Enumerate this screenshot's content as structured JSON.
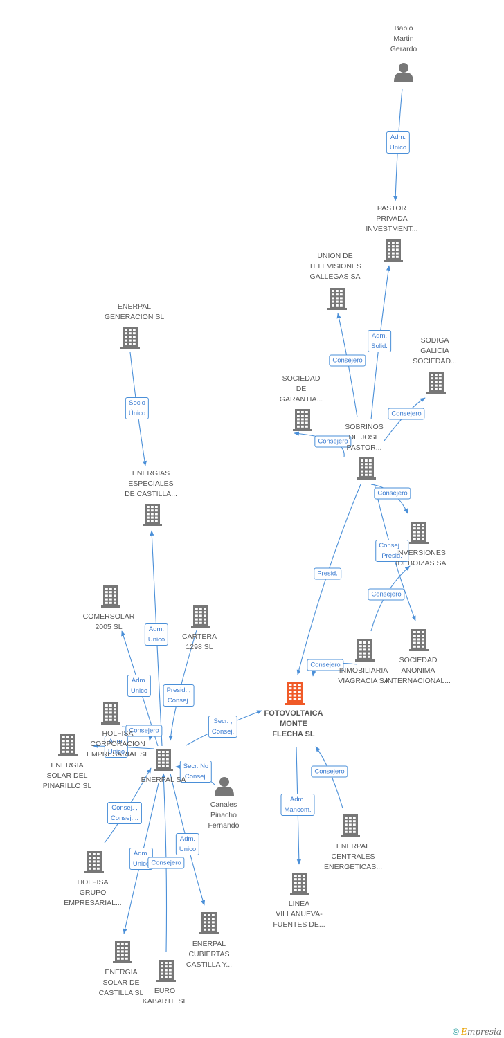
{
  "nodes": [
    {
      "id": "babio",
      "type": "person",
      "label": "Babio\nMartin\nGerardo"
    },
    {
      "id": "pastor",
      "type": "company",
      "label": "PASTOR\nPRIVADA\nINVESTMENT..."
    },
    {
      "id": "union",
      "type": "company",
      "label": "UNION DE\nTELEVISIONES\nGALLEGAS SA"
    },
    {
      "id": "sodiga",
      "type": "company",
      "label": "SODIGA\nGALICIA\nSOCIEDAD..."
    },
    {
      "id": "sociedad_garantia",
      "type": "company",
      "label": "SOCIEDAD\nDE\nGARANTIA..."
    },
    {
      "id": "sobrinos",
      "type": "company",
      "label": "SOBRINOS\nDE JOSE\nPASTOR..."
    },
    {
      "id": "enerpal_gen",
      "type": "company",
      "label": "ENERPAL\nGENERACION SL"
    },
    {
      "id": "energias_esp",
      "type": "company",
      "label": "ENERGIAS\nESPECIALES\nDE CASTILLA..."
    },
    {
      "id": "inversiones",
      "type": "company",
      "label": "INVERSIONES\nIDEBOIZAS SA"
    },
    {
      "id": "comersolar",
      "type": "company",
      "label": "COMERSOLAR\n2005 SL"
    },
    {
      "id": "cartera",
      "type": "company",
      "label": "CARTERA\n1298 SL"
    },
    {
      "id": "inmobiliaria",
      "type": "company",
      "label": "INMOBILIARIA\nVIAGRACIA SA"
    },
    {
      "id": "sociedad_anon",
      "type": "company",
      "label": "SOCIEDAD\nANONIMA\nINTERNACIONAL..."
    },
    {
      "id": "fotovoltaica",
      "type": "main",
      "label": "FOTOVOLTAICA\nMONTE\nFLECHA SL"
    },
    {
      "id": "holfisa_corp",
      "type": "company",
      "label": "HOLFISA\nCORPORACION\nEMPRESARIAL SL"
    },
    {
      "id": "energia_pinarillo",
      "type": "company",
      "label": "ENERGIA\nSOLAR DEL\nPINARILLO SL"
    },
    {
      "id": "enerpal",
      "type": "company",
      "label": "ENERPAL SA"
    },
    {
      "id": "canales",
      "type": "person",
      "label": "Canales\nPinacho\nFernando"
    },
    {
      "id": "enerpal_centrales",
      "type": "company",
      "label": "ENERPAL\nCENTRALES\nENERGETICAS..."
    },
    {
      "id": "holfisa_grupo",
      "type": "company",
      "label": "HOLFISA\nGRUPO\nEMPRESARIAL..."
    },
    {
      "id": "linea",
      "type": "company",
      "label": "LINEA\nVILLANUEVA-\nFUENTES DE..."
    },
    {
      "id": "enerpal_cubiertas",
      "type": "company",
      "label": "ENERPAL\nCUBIERTAS\nCASTILLA Y..."
    },
    {
      "id": "energia_castilla",
      "type": "company",
      "label": "ENERGIA\nSOLAR DE\nCASTILLA SL"
    },
    {
      "id": "euro_kabarte",
      "type": "company",
      "label": "EURO\nKABARTE SL"
    }
  ],
  "edges": [
    {
      "from": "babio",
      "to": "pastor",
      "label": "Adm.\nUnico"
    },
    {
      "from": "pastor",
      "to": "sobrinos",
      "label": "Adm.\nSolid."
    },
    {
      "from": "sobrinos",
      "to": "union",
      "label": "Consejero"
    },
    {
      "from": "sobrinos",
      "to": "sodiga",
      "label": "Consejero"
    },
    {
      "from": "sobrinos",
      "to": "sociedad_garantia",
      "label": "Consejero"
    },
    {
      "from": "sobrinos",
      "to": "inversiones",
      "label": "Consejero"
    },
    {
      "from": "sobrinos",
      "to": "sociedad_anon",
      "label": "Consej. ,\nPresid."
    },
    {
      "from": "sobrinos",
      "to": "fotovoltaica",
      "label": "Presid."
    },
    {
      "from": "inmobiliaria",
      "to": "inversiones",
      "label": "Consejero"
    },
    {
      "from": "inmobiliaria",
      "to": "fotovoltaica",
      "label": "Consejero"
    },
    {
      "from": "enerpal_gen",
      "to": "energias_esp",
      "label": "Socio\nÚnico"
    },
    {
      "from": "enerpal",
      "to": "energias_esp",
      "label": "Adm.\nUnico"
    },
    {
      "from": "enerpal",
      "to": "comersolar",
      "label": "Adm.\nUnico"
    },
    {
      "from": "cartera",
      "to": "enerpal",
      "label": "Presid. ,\nConsej."
    },
    {
      "from": "enerpal",
      "to": "fotovoltaica",
      "label": "Secr. ,\nConsej."
    },
    {
      "from": "holfisa_corp",
      "to": "enerpal",
      "label": "Consejero"
    },
    {
      "from": "enerpal",
      "to": "holfisa_corp",
      "label": "Adm.\nUnico"
    },
    {
      "from": "canales",
      "to": "enerpal",
      "label": "Secr. No\nConsej."
    },
    {
      "from": "holfisa_grupo",
      "to": "enerpal",
      "label": "Consej. ,\nConsej...."
    },
    {
      "from": "enerpal",
      "to": "energia_castilla",
      "label": "Adm.\nUnico"
    },
    {
      "from": "euro_kabarte",
      "to": "enerpal",
      "label": "Consejero"
    },
    {
      "from": "enerpal",
      "to": "enerpal_cubiertas",
      "label": "Adm.\nUnico"
    },
    {
      "from": "fotovoltaica",
      "to": "linea",
      "label": "Adm.\nMancom."
    },
    {
      "from": "enerpal_centrales",
      "to": "fotovoltaica",
      "label": "Consejero"
    }
  ],
  "footer": {
    "copyright": "©",
    "brand_initial": "E",
    "brand_rest": "mpresia"
  },
  "colors": {
    "edge": "#4a8fd8",
    "node": "#777777",
    "main_node": "#f05a28",
    "label": "#555555"
  }
}
